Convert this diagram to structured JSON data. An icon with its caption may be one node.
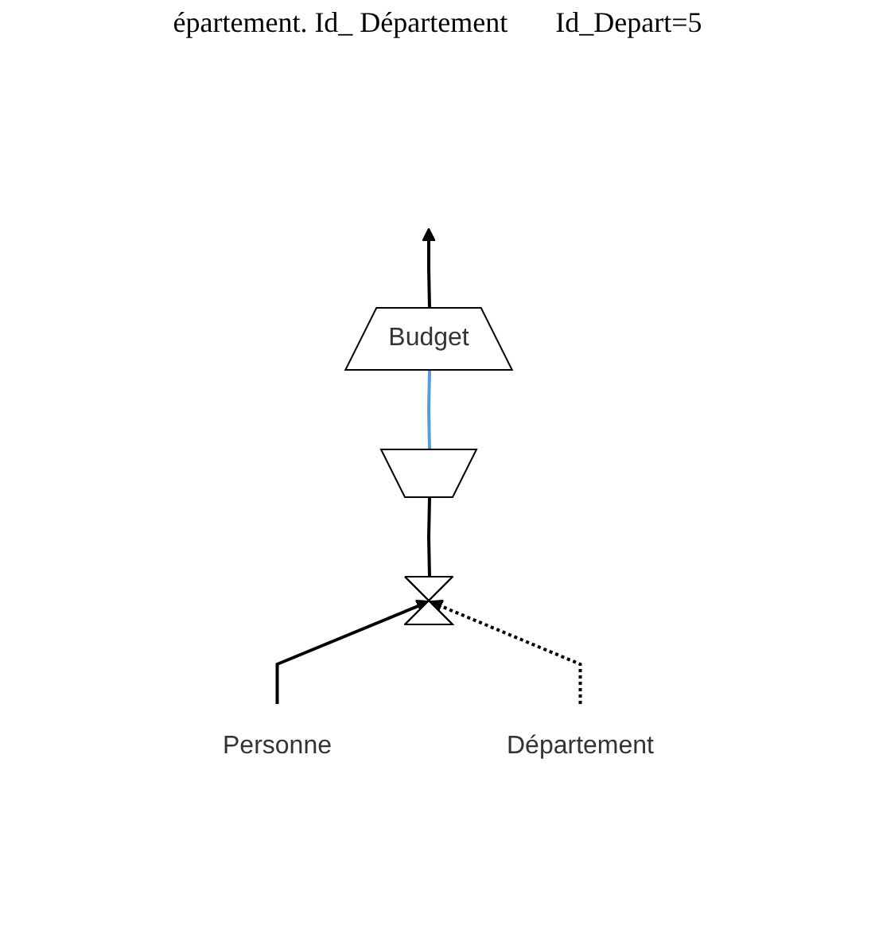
{
  "diagram": {
    "nodes": [
      {
        "text": [
          "Budget"
        ]
      },
      {
        "text": [],
        "shape": "trapezoid"
      },
      {
        "text": [],
        "shape": "bowtie"
      },
      {
        "text": [
          "Personne"
        ]
      },
      {
        "text": [
          "Département"
        ]
      }
    ],
    "edges": [
      {
        "from": 2,
        "to": 1,
        "arrow": "none"
      },
      {
        "from": 1,
        "to": 0,
        "arrow": "none",
        "color": "#5b9bd5"
      },
      {
        "from": 0,
        "to": null,
        "arrow": "to"
      },
      {
        "from": 3,
        "to": 2,
        "arrow": "to"
      },
      {
        "from": 4,
        "to": 2,
        "arrow": "to",
        "style": "dashed"
      }
    ],
    "labels": [
      "épartement. Id_ Département",
      "Id_Depart=5"
    ]
  }
}
